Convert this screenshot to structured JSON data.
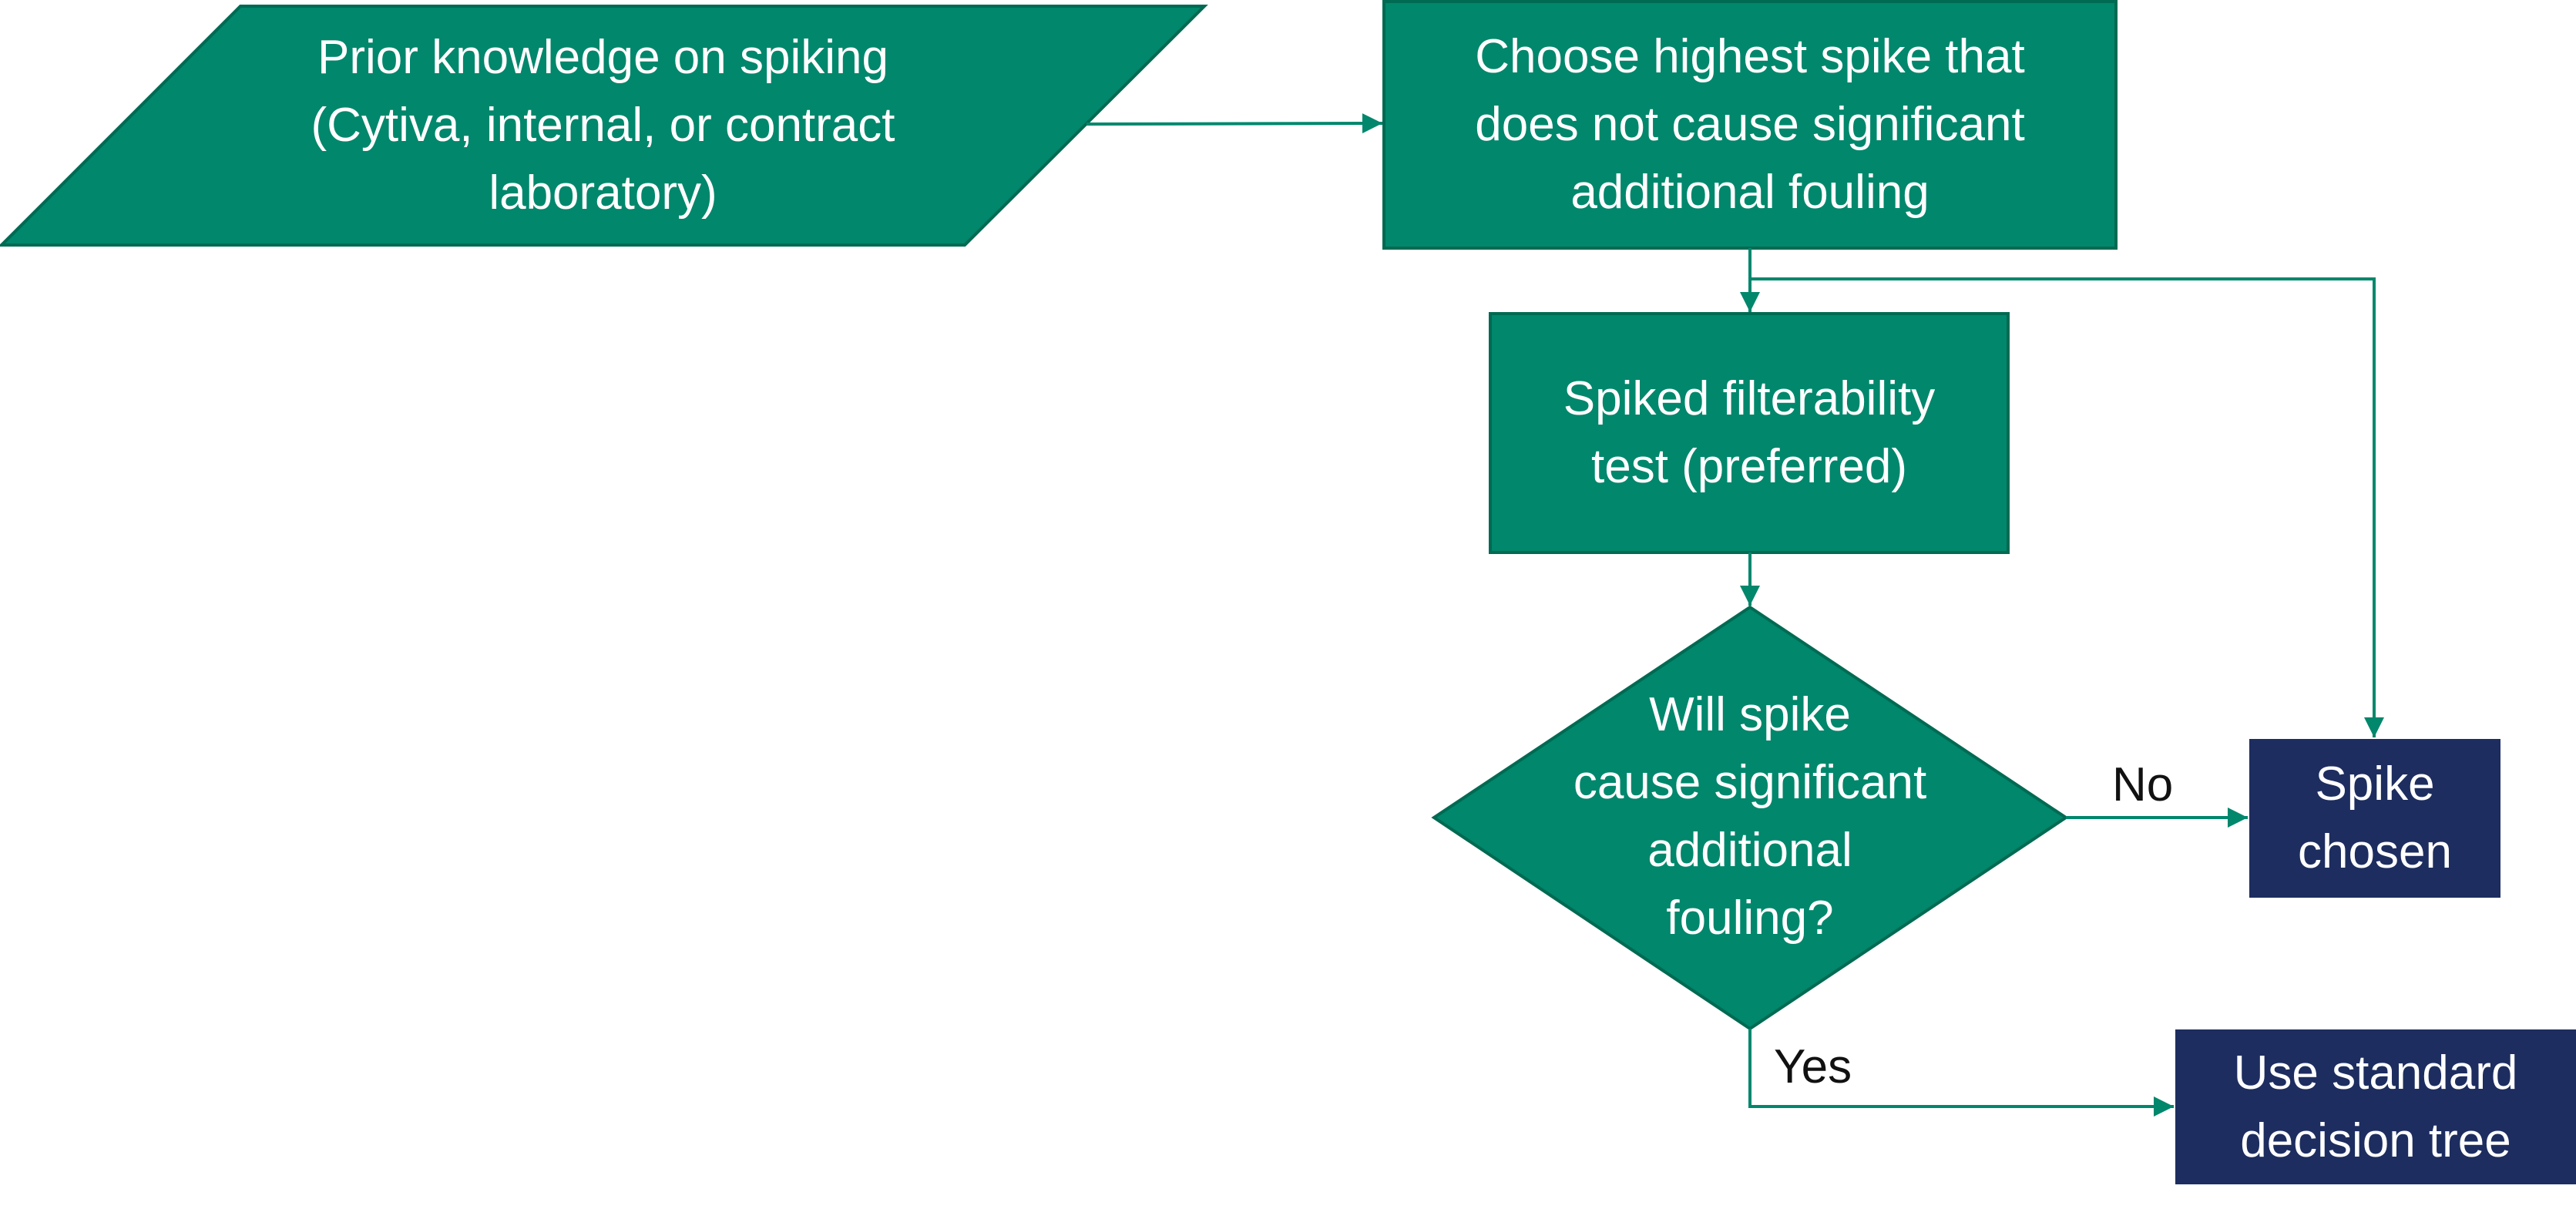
{
  "colors": {
    "process_fill": "#00876C",
    "process_stroke": "#006A52",
    "terminal_fill": "#1D2D5F",
    "connector": "#00876C",
    "text_light": "#FFFFFF",
    "text_dark": "#111111"
  },
  "nodes": {
    "prior_knowledge": "Prior knowledge on spiking\n(Cytiva, internal, or contract\nlaboratory)",
    "choose_spike": "Choose highest spike that\ndoes not cause significant\nadditional fouling",
    "spiked_test": "Spiked filterability\ntest (preferred)",
    "decision": "Will spike\ncause significant\nadditional\nfouling?",
    "spike_chosen": "Spike\nchosen",
    "standard_tree": "Use standard\ndecision tree"
  },
  "edges": {
    "no_label": "No",
    "yes_label": "Yes"
  }
}
